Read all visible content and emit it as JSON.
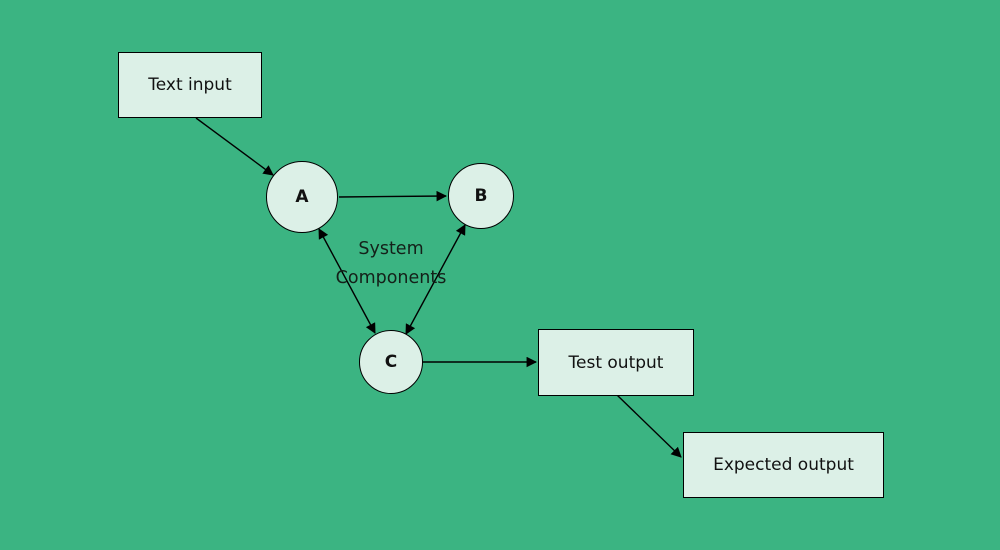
{
  "canvas": {
    "background_color": "#3bb482"
  },
  "diagram": {
    "colors": {
      "node_fill": "#dcf0e7",
      "node_border": "#000000",
      "edge": "#000000",
      "text": "#111111"
    },
    "nodes": {
      "text_input": {
        "label": "Text input",
        "shape": "rectangle"
      },
      "a": {
        "label": "A",
        "shape": "circle"
      },
      "b": {
        "label": "B",
        "shape": "circle"
      },
      "c": {
        "label": "C",
        "shape": "circle"
      },
      "test_output": {
        "label": "Test output",
        "shape": "rectangle"
      },
      "expected_output": {
        "label": "Expected output",
        "shape": "rectangle"
      }
    },
    "caption": {
      "line1": "System",
      "line2": "Components"
    },
    "edges": [
      {
        "from": "text_input",
        "to": "a",
        "direction": "forward"
      },
      {
        "from": "a",
        "to": "b",
        "direction": "forward"
      },
      {
        "from": "a",
        "to": "c",
        "direction": "both"
      },
      {
        "from": "b",
        "to": "c",
        "direction": "both"
      },
      {
        "from": "c",
        "to": "test_output",
        "direction": "forward"
      },
      {
        "from": "test_output",
        "to": "expected_output",
        "direction": "forward"
      }
    ]
  }
}
